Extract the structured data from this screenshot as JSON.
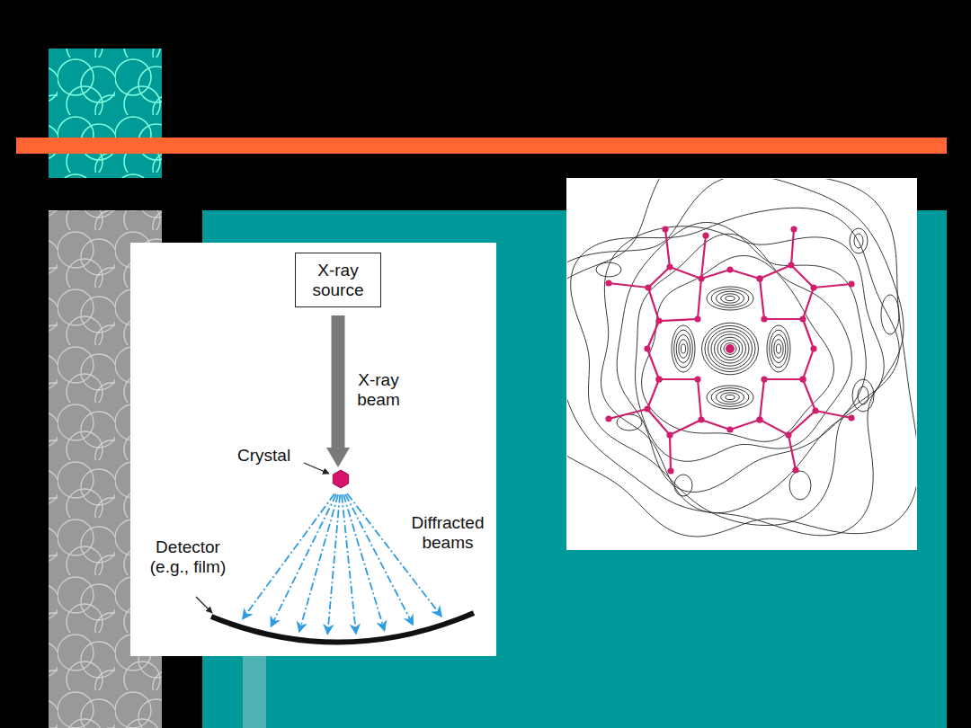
{
  "diagram": {
    "nodes": [
      {
        "text": [
          "X-ray source"
        ]
      },
      {
        "text": [
          "Crystal"
        ]
      }
    ],
    "edges": [
      {
        "from": 0,
        "to": 1,
        "arrow": "to",
        "label": "X-ray beam"
      }
    ],
    "labels": [
      "Diffracted beams",
      "Detector (e.g., film)"
    ]
  }
}
